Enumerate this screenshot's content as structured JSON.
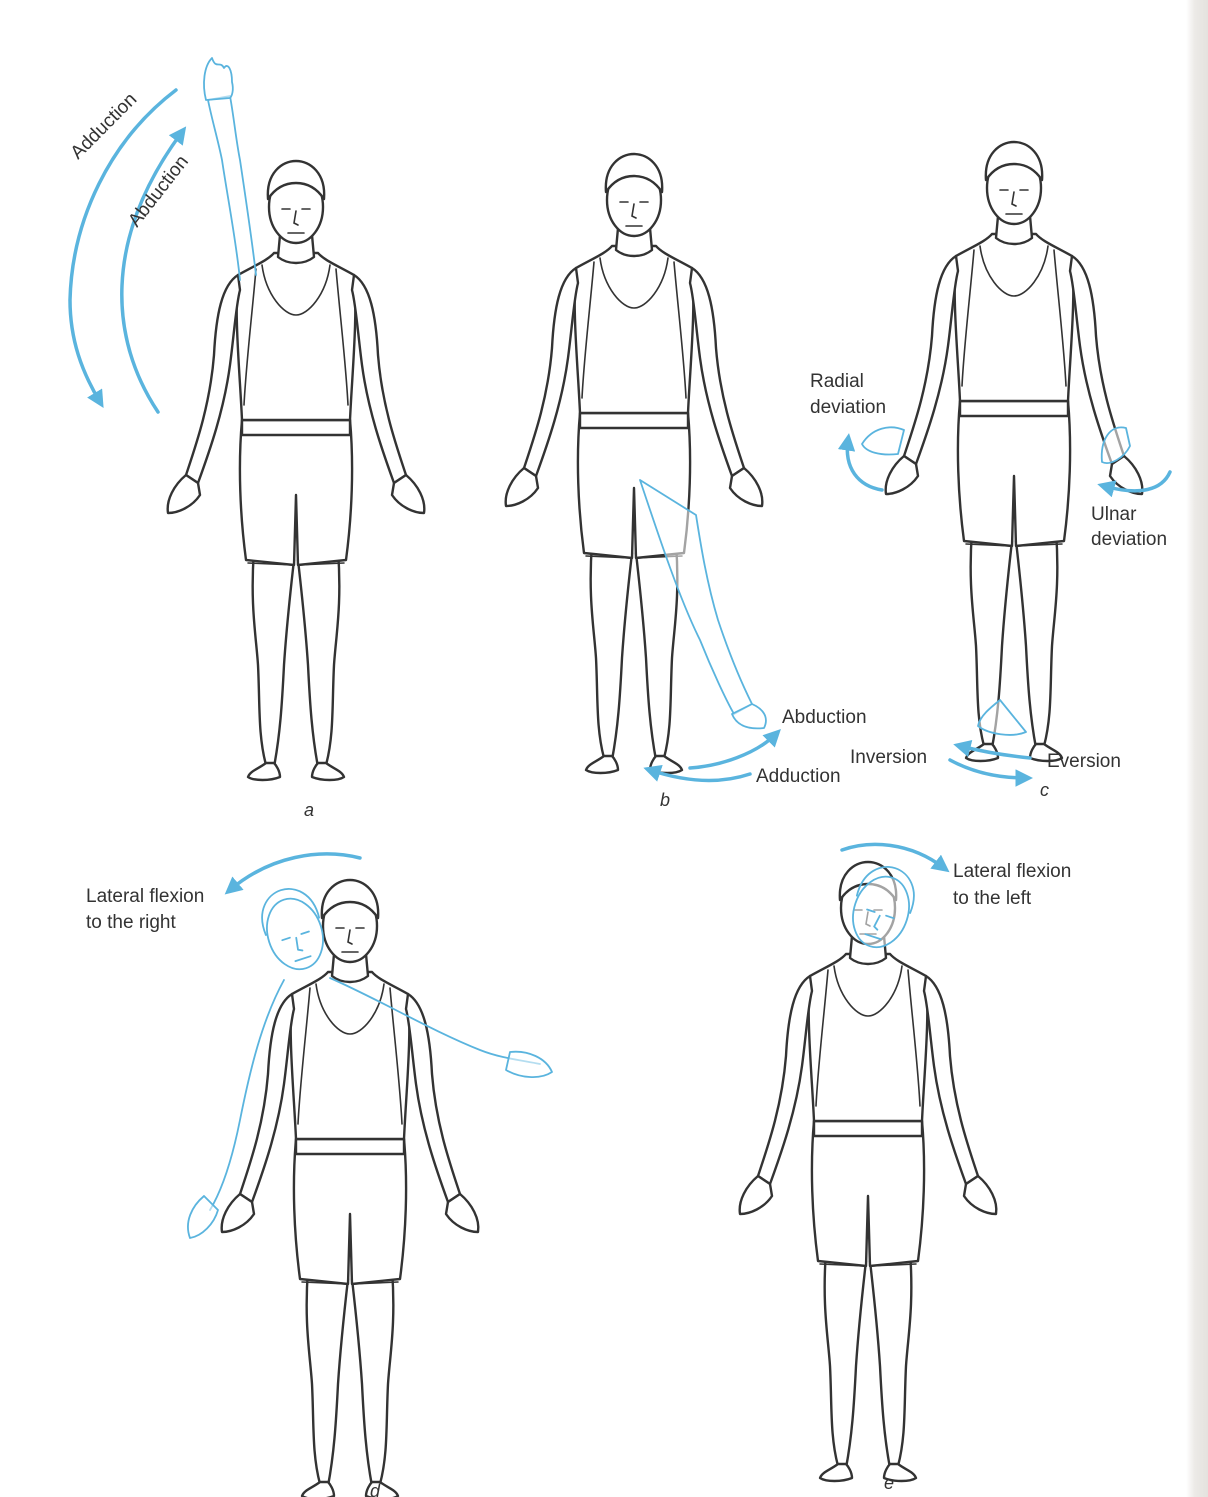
{
  "colors": {
    "accent": "#5ab4de",
    "ink": "#333333",
    "background": "#ffffff"
  },
  "panels": {
    "a": {
      "letter": "a",
      "label_adduction": "Adduction",
      "label_abduction": "Abduction"
    },
    "b": {
      "letter": "b",
      "label_abduction": "Abduction",
      "label_adduction": "Adduction"
    },
    "c": {
      "letter": "c",
      "radial_line1": "Radial",
      "radial_line2": "deviation",
      "ulnar_line1": "Ulnar",
      "ulnar_line2": "deviation",
      "inversion": "Inversion",
      "eversion": "Eversion"
    },
    "d": {
      "letter": "d",
      "line1": "Lateral flexion",
      "line2": "to the right"
    },
    "e": {
      "letter": "e",
      "line1": "Lateral flexion",
      "line2": "to the left"
    }
  }
}
